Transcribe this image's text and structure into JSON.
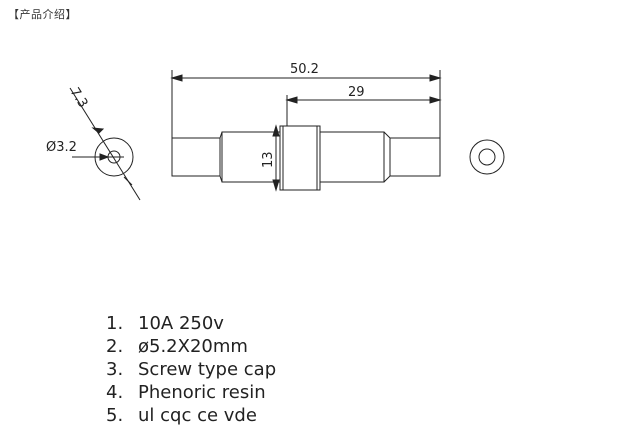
{
  "header": {
    "title": "【产品介绍】"
  },
  "drawing": {
    "dim_overall_length": "50.2",
    "dim_cap_length": "29",
    "dim_cap_diameter": "13",
    "dim_pin_diameter": "Ø3.2",
    "dim_end_diameter": "7.3"
  },
  "specs": [
    {
      "num": "1.",
      "text": "10A  250v"
    },
    {
      "num": "2.",
      "text": "ø5.2X20mm"
    },
    {
      "num": "3.",
      "text": "Screw  type  cap"
    },
    {
      "num": "4.",
      "text": "Phenoric  resin"
    },
    {
      "num": "5.",
      "text": "ul  cqc  ce  vde"
    }
  ]
}
